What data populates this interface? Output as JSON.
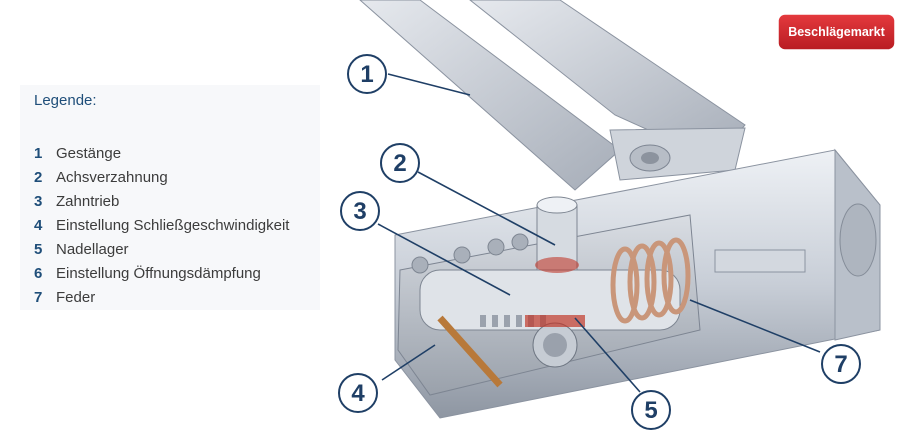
{
  "legend": {
    "title": "Legende:",
    "items": [
      {
        "num": "1",
        "label": "Gestänge"
      },
      {
        "num": "2",
        "label": "Achsverzahnung"
      },
      {
        "num": "3",
        "label": "Zahntrieb"
      },
      {
        "num": "4",
        "label": "Einstellung Schließgeschwindigkeit"
      },
      {
        "num": "5",
        "label": "Nadellager"
      },
      {
        "num": "6",
        "label": "Einstellung Öffnungsdämpfung"
      },
      {
        "num": "7",
        "label": "Feder"
      }
    ]
  },
  "brand": {
    "label": "Beschlägemarkt",
    "color": "#d7262b"
  },
  "callouts": [
    "1",
    "2",
    "3",
    "4",
    "5",
    "7"
  ],
  "colors": {
    "accent": "#1f4e79",
    "metal": "#c9ced6",
    "spring": "#c9967a"
  }
}
